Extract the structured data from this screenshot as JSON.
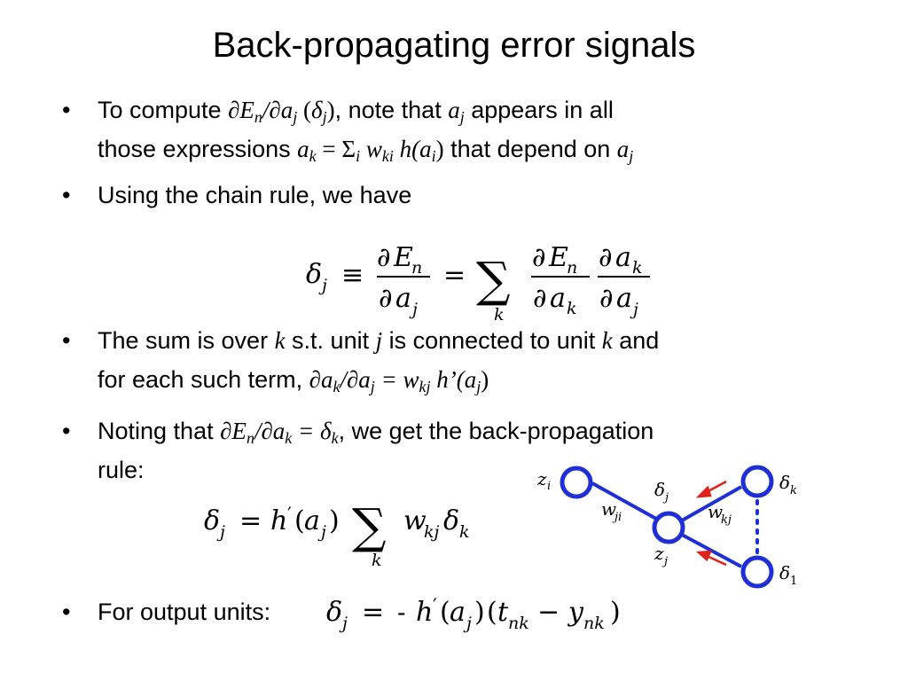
{
  "slide": {
    "title": "Back-propagating error signals"
  },
  "bullets": {
    "b1": {
      "t1": "To compute ",
      "m1": "∂E",
      "m1s": "n",
      "m2": "/∂a",
      "m2s": "j",
      "m3": " (",
      "m4": "δ",
      "m4s": "j",
      "m5": ")",
      "t2": ", note that ",
      "m6": "a",
      "m6s": "j",
      "t3": " appears in all",
      "t4": "those expressions ",
      "m7": "a",
      "m7s": "k",
      "m8": " = Σ",
      "m8s": "i",
      "m9": " w",
      "m9s": "ki",
      "m10": " h(a",
      "m10s": "i",
      "m11": ")",
      "t5": " that depend on ",
      "m12": "a",
      "m12s": "j"
    },
    "b2": {
      "text": "Using the chain rule, we have"
    },
    "b3": {
      "t1": "The sum is over ",
      "m1": "k",
      "t2": " s.t. unit ",
      "m2": "j",
      "t3": " is connected to unit ",
      "m3": "k",
      "t4": " and",
      "t5": "for each such term, ",
      "m4": "∂a",
      "m4s": "k",
      "m5": "/∂a",
      "m5s": "j",
      "m6": " = w",
      "m6s": "kj",
      "m7": " h’(a",
      "m7s": "j",
      "m8": ")"
    },
    "b4": {
      "t1": "Noting that ",
      "m1": "∂E",
      "m1s": "n",
      "m2": "/∂a",
      "m2s": "k",
      "m3": " = δ",
      "m3s": "k",
      "t2": ", we get the back-propagation",
      "t3": "rule:"
    },
    "b5": {
      "text": "For output units:"
    }
  },
  "equations": {
    "eq1": {
      "delta": "δ",
      "j": "j",
      "equiv": "≡",
      "partial": "∂",
      "E": "E",
      "n": "n",
      "a": "a",
      "eq": "=",
      "sum": "∑",
      "k": "k"
    },
    "eq2": {
      "delta": "δ",
      "j": "j",
      "eq": "=",
      "h": "h",
      "prime": "′",
      "lparen": "(",
      "a": "a",
      "rparen": ")",
      "sum": "∑",
      "k": "k",
      "w": "w",
      "kj": "kj"
    },
    "eq3": {
      "delta": "δ",
      "j": "j",
      "eq": "=",
      "minus": "-",
      "h": "h",
      "prime": "′",
      "lparen": "(",
      "a": "a",
      "rparen": ")",
      "t": "t",
      "nk": "nk",
      "minus2": "−",
      "y": "y"
    }
  },
  "diagram": {
    "node_color": "#1f2fd6",
    "arrow_color": "#e0201b",
    "labels": {
      "z": "z",
      "i": "i",
      "w": "w",
      "ji": "ji",
      "delta": "δ",
      "j": "j",
      "kj": "kj",
      "k": "k",
      "one": "1"
    }
  }
}
